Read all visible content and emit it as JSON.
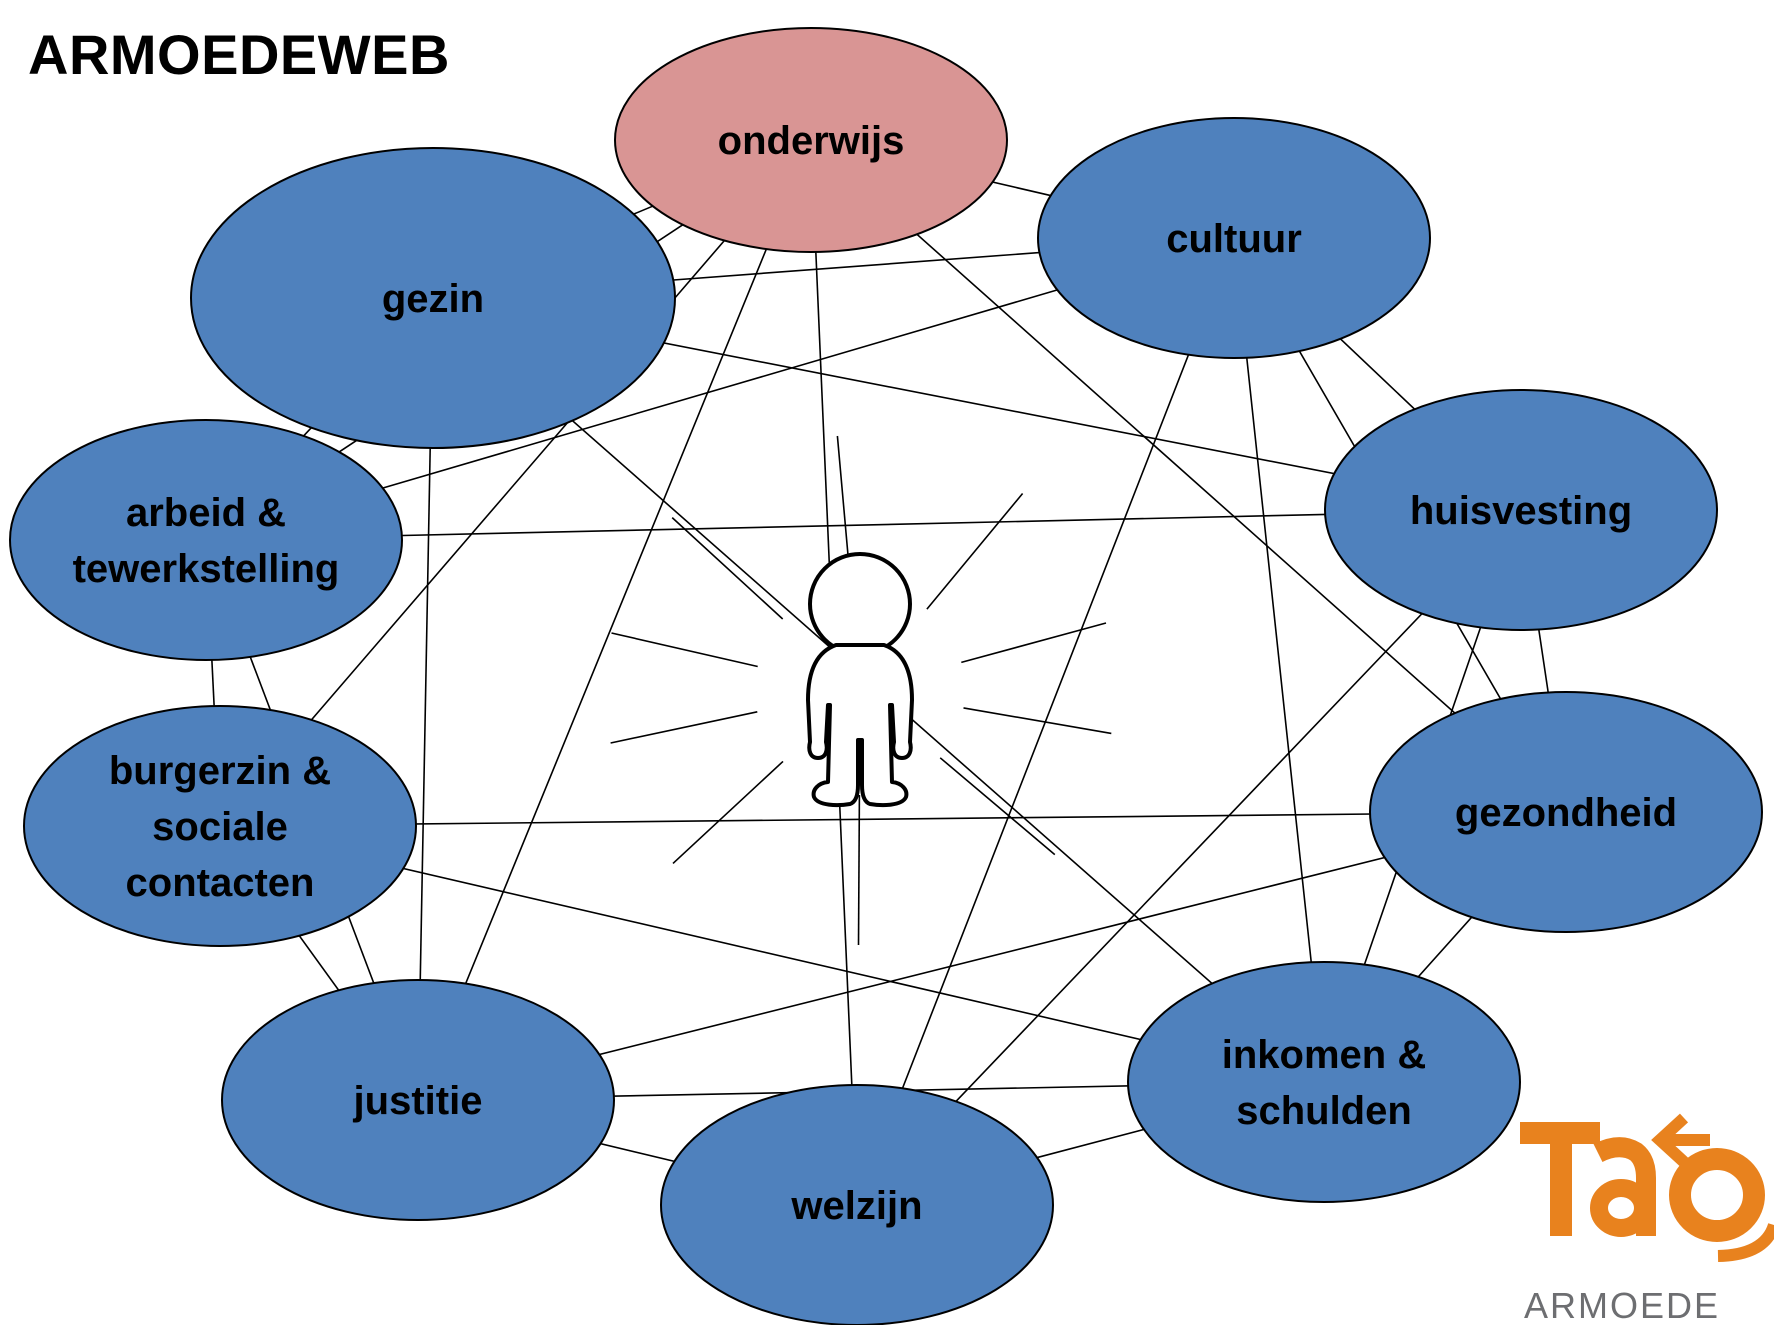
{
  "title": "ARMOEDEWEB",
  "colors": {
    "node_fill": "#4f81bd",
    "highlight_fill": "#d99594",
    "stroke": "#000000",
    "logo_orange": "#e8821e",
    "logo_gray": "#6d6e71"
  },
  "center_icon": "person-icon",
  "nodes": [
    {
      "id": "onderwijs",
      "lines": [
        "onderwijs"
      ],
      "highlight": true
    },
    {
      "id": "cultuur",
      "lines": [
        "cultuur"
      ],
      "highlight": false
    },
    {
      "id": "huisvesting",
      "lines": [
        "huisvesting"
      ],
      "highlight": false
    },
    {
      "id": "gezondheid",
      "lines": [
        "gezondheid"
      ],
      "highlight": false
    },
    {
      "id": "inkomen",
      "lines": [
        "inkomen &",
        "schulden"
      ],
      "highlight": false
    },
    {
      "id": "welzijn",
      "lines": [
        "welzijn"
      ],
      "highlight": false
    },
    {
      "id": "justitie",
      "lines": [
        "justitie"
      ],
      "highlight": false
    },
    {
      "id": "burgerzin",
      "lines": [
        "burgerzin &",
        "sociale",
        "contacten"
      ],
      "highlight": false
    },
    {
      "id": "arbeid",
      "lines": [
        "arbeid &",
        "tewerkstelling"
      ],
      "highlight": false
    },
    {
      "id": "gezin",
      "lines": [
        "gezin"
      ],
      "highlight": false
    }
  ],
  "logo": {
    "brand": "Tao",
    "subtitle": "ARMOEDE"
  }
}
